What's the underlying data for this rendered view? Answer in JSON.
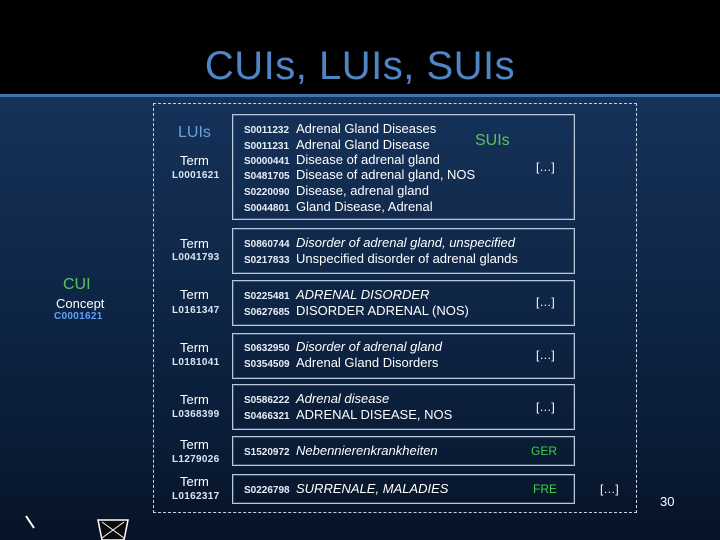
{
  "title": "CUIs, LUIs, SUIs",
  "labels": {
    "luis": "LUIs",
    "suis": "SUIs",
    "cui": "CUI"
  },
  "concept": {
    "label": "Concept",
    "code": "C0001621"
  },
  "terms": [
    {
      "label": "Term",
      "lui": "L0001621",
      "strings": [
        {
          "sui": "S0011232",
          "text": "Adrenal Gland Diseases"
        },
        {
          "sui": "S0011231",
          "text": "Adrenal Gland Disease"
        },
        {
          "sui": "S0000441",
          "text": "Disease of adrenal gland"
        },
        {
          "sui": "S0481705",
          "text": "Disease of adrenal gland, NOS"
        },
        {
          "sui": "S0220090",
          "text": "Disease, adrenal gland"
        },
        {
          "sui": "S0044801",
          "text": "Gland Disease, Adrenal"
        }
      ],
      "ellipsis": "[…]"
    },
    {
      "label": "Term",
      "lui": "L0041793",
      "strings": [
        {
          "sui": "S0860744",
          "text": "Disorder of adrenal gland, unspecified"
        },
        {
          "sui": "S0217833",
          "text": "Unspecified disorder of adrenal glands"
        }
      ]
    },
    {
      "label": "Term",
      "lui": "L0161347",
      "strings": [
        {
          "sui": "S0225481",
          "text": "ADRENAL DISORDER"
        },
        {
          "sui": "S0627685",
          "text": "DISORDER ADRENAL (NOS)"
        }
      ],
      "ellipsis": "[…]"
    },
    {
      "label": "Term",
      "lui": "L0181041",
      "strings": [
        {
          "sui": "S0632950",
          "text": "Disorder of adrenal gland"
        },
        {
          "sui": "S0354509",
          "text": "Adrenal Gland Disorders"
        }
      ],
      "ellipsis": "[…]"
    },
    {
      "label": "Term",
      "lui": "L0368399",
      "strings": [
        {
          "sui": "S0586222",
          "text": "Adrenal disease"
        },
        {
          "sui": "S0466321",
          "text": "ADRENAL DISEASE, NOS"
        }
      ],
      "ellipsis": "[…]"
    },
    {
      "label": "Term",
      "lui": "L1279026",
      "strings": [
        {
          "sui": "S1520972",
          "text": "Nebennierenkrankheiten"
        }
      ],
      "language": "GER"
    },
    {
      "label": "Term",
      "lui": "L0162317",
      "strings": [
        {
          "sui": "S0226798",
          "text": "SURRENALE, MALADIES"
        }
      ],
      "language": "FRE"
    }
  ],
  "outer_ellipsis": "[…]",
  "page_number": "30",
  "colors": {
    "title": "#4f86c6",
    "label_green": "#58c45e",
    "label_blue": "#6a9fda",
    "lang_green": "#39d24a",
    "concept_code": "#5fa0ff"
  }
}
